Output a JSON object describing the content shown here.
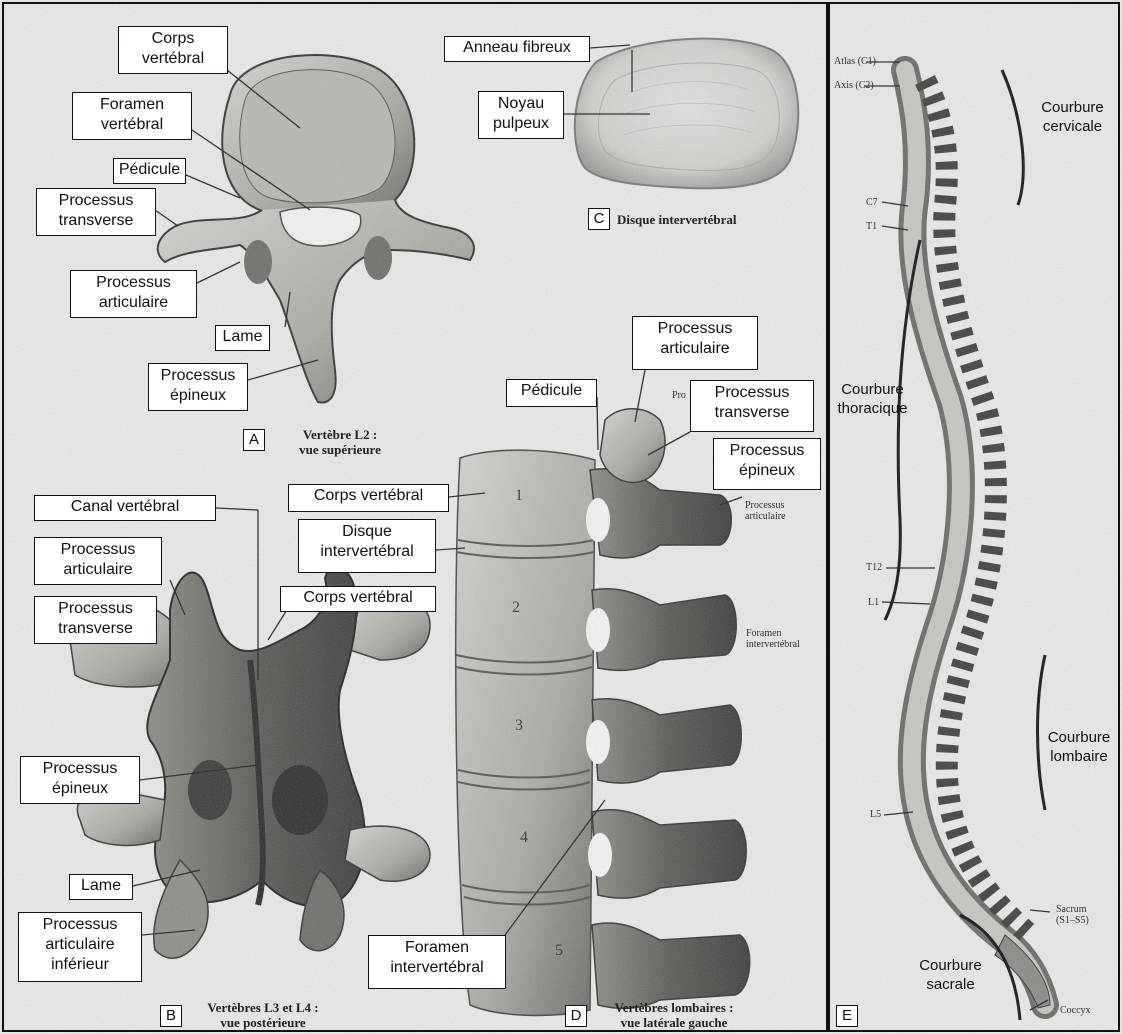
{
  "panels": {
    "A": {
      "letter": "A",
      "caption": "Vertèbre L2 :\nvue supérieure",
      "labels": {
        "corps": "Corps\nvertébral",
        "foramen": "Foramen\nvertébral",
        "pedicule": "Pédicule",
        "transverse": "Processus\ntransverse",
        "articulaire": "Processus\narticulaire",
        "lame": "Lame",
        "epineux": "Processus\népineux"
      }
    },
    "B": {
      "letter": "B",
      "caption": "Vertèbres L3 et L4 :\nvue postérieure",
      "labels": {
        "canal": "Canal vertébral",
        "articulaire": "Processus\narticulaire",
        "transverse": "Processus\ntransverse",
        "corps": "Corps vertébral",
        "epineux": "Processus\népineux",
        "lame": "Lame",
        "articulaire_inf": "Processus\narticulaire\ninférieur"
      }
    },
    "C": {
      "letter": "C",
      "caption": "Disque intervertébral",
      "labels": {
        "anneau": "Anneau fibreux",
        "noyau": "Noyau\npulpeux"
      }
    },
    "D": {
      "letter": "D",
      "caption": "Vertèbres lombaires :\nvue latérale gauche",
      "labels": {
        "pedicule": "Pédicule",
        "articulaire": "Processus\narticulaire",
        "transverse": "Processus\ntransverse",
        "epineux": "Processus\népineux",
        "corps": "Corps vertébral",
        "disque": "Disque\nintervertébral",
        "foramen": "Foramen\nintervertébral"
      },
      "small_labels": {
        "pro": "Pro",
        "proc_art": "Processus\narticulaire",
        "foramen_int": "Foramen\nintervertébral"
      },
      "numbers": [
        "1",
        "2",
        "3",
        "4",
        "5"
      ]
    },
    "E": {
      "letter": "E",
      "curvatures": {
        "cervicale": "Courbure\ncervicale",
        "thoracique": "Courbure\nthoracique",
        "lombaire": "Courbure\nlombaire",
        "sacrale": "Courbure\nsacrale"
      },
      "small_labels": {
        "atlas": "Atlas (C1)",
        "axis": "Axis (C2)",
        "c7": "C7",
        "t1": "T1",
        "t12": "T12",
        "l1": "L1",
        "l5": "L5",
        "sacrum": "Sacrum\n(S1–S5)",
        "coccyx": "Coccyx"
      }
    }
  },
  "colors": {
    "background": "#e9e9e6",
    "bone_light": "#c9c9c4",
    "bone_dark": "#5c5c58",
    "line": "#111111"
  }
}
